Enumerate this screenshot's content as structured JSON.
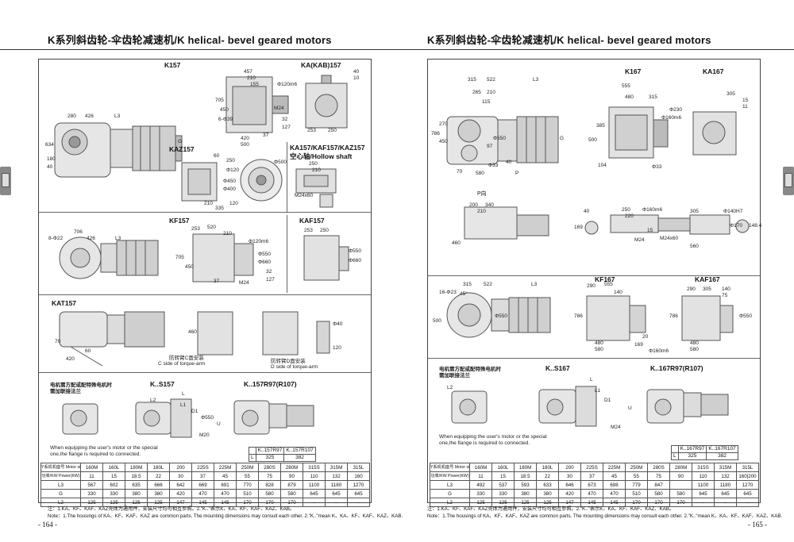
{
  "header": {
    "left_title": "K系列斜齿轮-伞齿轮减速机/K helical- bevel geared motors",
    "right_title": "K系列斜齿轮-伞齿轮减速机/K helical- bevel geared motors"
  },
  "left": {
    "page_number": "- 164 -",
    "models": {
      "k": "K157",
      "ka": "KA(KAB)157",
      "kaz": "KAZ157",
      "ka_hollow": "KA157/KAF157/KAZ157",
      "hollow_shaft": "空心轴/Hollow shaft",
      "kf": "KF157",
      "kaf": "KAF157",
      "kat": "KAT157",
      "ks": "K..S157",
      "kr": "K..157R97(R107)"
    },
    "torque_c": "防转臂C面安装",
    "torque_c_en": "C side of torque-arm",
    "torque_d": "防转臂D面安装",
    "torque_d_en": "D side of torque-arm",
    "motor_note_cn_1": "电机需方配或配特殊电机时",
    "motor_note_cn_2": "需加联接法兰",
    "motor_note_en_1": "When equipping the user's motor or the special",
    "motor_note_en_2": "one,the flange is required to connected.",
    "dims": {
      "k_457": "457",
      "k_210": "210",
      "k_155": "155",
      "k_120m6": "Φ120m6",
      "k_705": "705",
      "k_450": "450",
      "k_630": "6-Φ39",
      "k_m24": "M24",
      "k_420": "420",
      "k_500": "500",
      "k_37": "37",
      "k_32": "32",
      "k_127": "127",
      "k_280": "280",
      "k_426": "426",
      "k_L3": "L3",
      "k_G": "G",
      "k_634": "634",
      "k_180": "180",
      "k_40": "40",
      "ka_40": "40",
      "ka_10": "10",
      "ka_253": "253",
      "ka_250": "250",
      "kaz_250": "250",
      "kaz_120": "Φ120",
      "kaz_450": "Φ450",
      "kaz_400": "Φ400",
      "kaz_60": "60",
      "kaz_500": "Φ500",
      "kaz_210": "210",
      "kaz_335": "335",
      "kaz_120b": "120",
      "hs_250": "250",
      "hs_210": "210",
      "hs_m24": "M24x60",
      "kf_706": "706",
      "kf_822": "8-Φ22",
      "kf_426": "426",
      "kf_L3": "L3",
      "kf_253": "253",
      "kf_520": "520",
      "kf_210": "210",
      "kf_120": "Φ120m6",
      "kf_550": "Φ550",
      "kf_660": "Φ660",
      "kf_705": "705",
      "kf_37": "37",
      "kf_32": "32",
      "kf_m24": "M24",
      "kf_450": "450",
      "kf_127": "127",
      "kaf_253": "253",
      "kaf_250": "250",
      "kaf_550": "Φ550",
      "kaf_660": "Φ660",
      "kat_70": "70",
      "kat_60": "60",
      "kat_420": "420",
      "kat_40": "Φ40",
      "kat_120": "120",
      "kat_460": "460",
      "ks_L": "L",
      "ks_L2": "L2",
      "ks_D1": "D1",
      "ks_550": "Φ550",
      "ks_L1": "L1",
      "ks_m20": "M20",
      "ks_U": "U"
    },
    "kr_table": {
      "header": [
        "",
        "K..157R97",
        "K..157R107"
      ],
      "row": [
        "L",
        "325",
        "382"
      ]
    },
    "spec_table": {
      "row_headers": [
        "Y系机机座号 Motor size",
        "功率/KW Power(KW)",
        "L3",
        "G",
        "L2"
      ],
      "motor_size": [
        "160M",
        "160L",
        "180M",
        "180L",
        "200",
        "225S",
        "225M",
        "250M",
        "280S",
        "280M",
        "315S",
        "315M",
        "315L"
      ],
      "power": [
        "11",
        "15",
        "18.5",
        "22",
        "30",
        "37",
        "45",
        "55",
        "75",
        "90",
        "110",
        "132",
        "160"
      ],
      "L3": [
        "567",
        "602",
        "635",
        "666",
        "642",
        "669",
        "691",
        "770",
        "828",
        "879",
        "1100",
        "1180",
        "1270"
      ],
      "G": [
        "330",
        "330",
        "380",
        "380",
        "420",
        "470",
        "470",
        "510",
        "580",
        "580",
        "645",
        "645",
        "645"
      ],
      "L2": [
        "125",
        "125",
        "125",
        "125",
        "147",
        "145",
        "145",
        "170",
        "170",
        "170",
        "–",
        "–",
        "–"
      ]
    },
    "note_cn": "注：1.KA、KF、KAF、KAZ壳体为通用件，安装尺寸均可相互参照。2.\"K..\"表示K、KA、KF、KAF、KAZ、KAB。",
    "note_en": "Note：1.The housings of KA、KF、KAF、KAZ are common parts. The mounting dimensions may consult each other.    2.\"K..\"mean K、KA、KF、KAF、KAZ、KAB."
  },
  "right": {
    "page_number": "- 165 -",
    "models": {
      "k": "K167",
      "ka": "KA167",
      "kf": "KF167",
      "kaf": "KAF167",
      "ks": "K..S167",
      "kr": "K..167R97(R107)",
      "p_view": "P向"
    },
    "motor_note_cn_1": "电机需方配或配特殊电机时",
    "motor_note_cn_2": "需加联接法兰",
    "motor_note_en_1": "When equipping the user's motor or the special",
    "motor_note_en_2": "one,the flange is required to connected.",
    "dims": {
      "k_315": "315",
      "k_522": "522",
      "k_L3": "L3",
      "k_265": "265",
      "k_210": "210",
      "k_115": "115",
      "k_786": "786",
      "k_450": "450",
      "k_270": "270",
      "k_G": "G",
      "k_500": "500",
      "k_97": "97",
      "k_550": "Φ550",
      "k_70": "70",
      "k_33": "Φ33",
      "k_580": "580",
      "k_P": "P",
      "k_40": "40",
      "k2_555": "555",
      "k2_480": "480",
      "k2_315": "315",
      "k2_160": "Φ160m6",
      "k2_230": "Φ230",
      "k2_385": "385",
      "k2_104": "104",
      "k2_33": "Φ33",
      "ka_305": "305",
      "ka_15": "15",
      "ka_11": "11",
      "p_200": "200",
      "p_340": "340",
      "p_210": "210",
      "p_460": "460",
      "sh_40": "40",
      "sh_169": "169",
      "sh_250": "250",
      "sh_220": "220",
      "sh_160": "Φ160m6",
      "sh_15": "15",
      "sh_m24": "M24",
      "sh_305": "305",
      "sh_140": "Φ140H7",
      "sh_170": "Φ170",
      "sh_148": "148.4",
      "sh_m24x60": "M24x60",
      "sh_560": "560",
      "kf_315": "315",
      "kf_522": "522",
      "kf_L3": "L3",
      "kf_16": "16-Φ23",
      "kf_45": "45°",
      "kf_550": "Φ550",
      "kf_500": "500",
      "kf_290": "290",
      "kf_555": "555",
      "kf_140": "140",
      "kf_786": "786",
      "kf_480": "480",
      "kf_580": "580",
      "kf_169": "169",
      "kf_160": "Φ160m6",
      "kf_20": "20",
      "kaf_290": "290",
      "kaf_305": "305",
      "kaf_140": "140",
      "kaf_75": "75",
      "kaf_480": "480",
      "kaf_580": "580",
      "kaf_786": "786",
      "kaf_550": "Φ550",
      "ks_L": "L",
      "ks_L2": "L2",
      "ks_D1": "D1",
      "ks_L1": "L1",
      "ks_m24": "M24",
      "ks_U": "U"
    },
    "kr_table": {
      "header": [
        "",
        "K..167R97",
        "K..167R107"
      ],
      "row": [
        "L",
        "325",
        "382"
      ]
    },
    "spec_table": {
      "row_headers": [
        "Y系机机座号 Motor size",
        "功率/KW Power(KW)",
        "L3",
        "G",
        "L2"
      ],
      "motor_size": [
        "160M",
        "160L",
        "180M",
        "180L",
        "200",
        "225S",
        "225M",
        "250M",
        "280S",
        "280M",
        "315S",
        "315M",
        "315L"
      ],
      "power": [
        "11",
        "15",
        "18.5",
        "22",
        "30",
        "37",
        "45",
        "55",
        "75",
        "90",
        "110",
        "132",
        "160",
        "200"
      ],
      "L3": [
        "492",
        "537",
        "593",
        "633",
        "646",
        "673",
        "698",
        "779",
        "847",
        "1100",
        "1180",
        "1270"
      ],
      "G": [
        "330",
        "330",
        "380",
        "380",
        "420",
        "470",
        "470",
        "510",
        "580",
        "580",
        "645",
        "645",
        "645"
      ],
      "L2": [
        "125",
        "125",
        "125",
        "125",
        "147",
        "145",
        "145",
        "170",
        "170",
        "170",
        "–",
        "–",
        "–"
      ]
    },
    "note_cn": "注：1.KA、KF、KAF、KAZ壳体为通用件，安装尺寸均可相互参照。2.\"K..\"表示K、KA、KF、KAF、KAZ、KAB。",
    "note_en": "Note：1.The housings of KA、KF、KAF、KAZ are common parts. The mounting dimensions may consult each other.    2.\"K..\"mean K、KA、KF、KAF、KAZ、KAB."
  }
}
